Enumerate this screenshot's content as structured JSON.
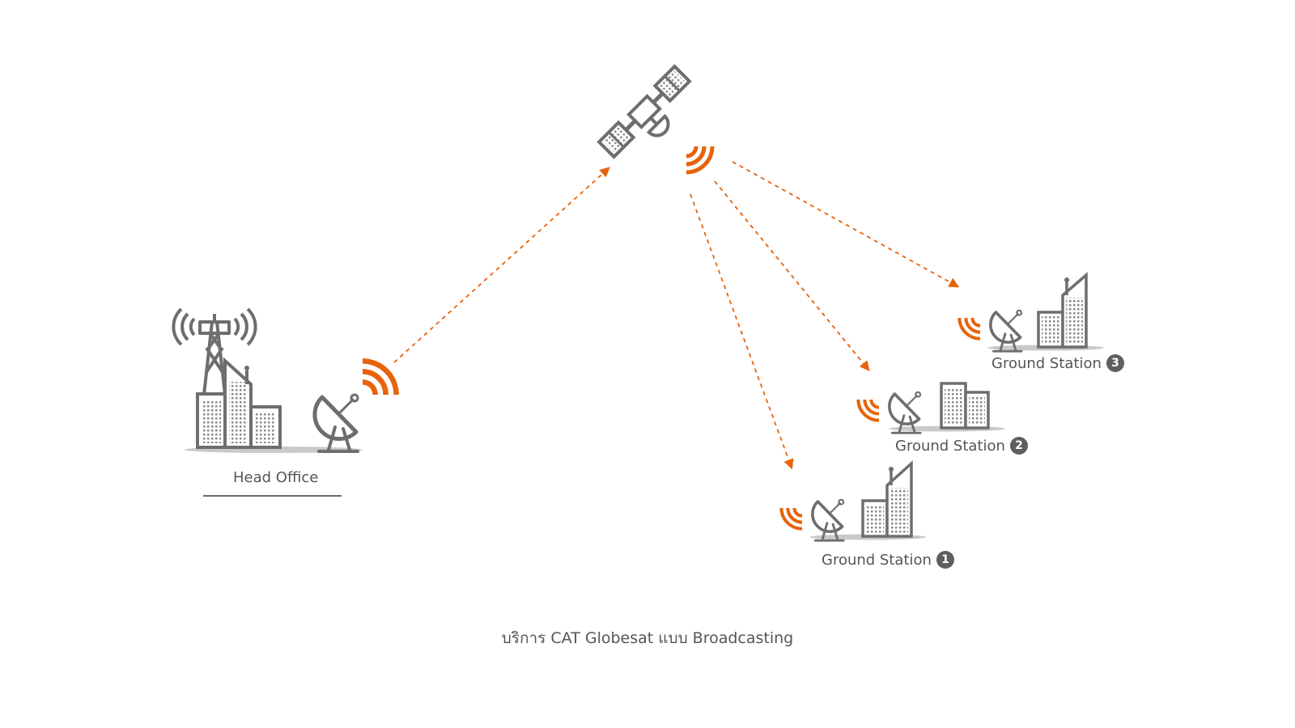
{
  "nodes": {
    "head_office": {
      "label": "Head Office"
    },
    "ground_station_1": {
      "label": "Ground Station",
      "badge": "1"
    },
    "ground_station_2": {
      "label": "Ground Station",
      "badge": "2"
    },
    "ground_station_3": {
      "label": "Ground Station",
      "badge": "3"
    }
  },
  "caption": "บริการ CAT Globesat แบบ Broadcasting",
  "colors": {
    "signal": "#e8630a",
    "icon": "#6e6e6e",
    "ground": "#c9c9c9"
  },
  "icons": [
    "satellite-icon",
    "radio-tower-icon",
    "satellite-dish-icon",
    "building-icon",
    "signal-waves-icon"
  ]
}
